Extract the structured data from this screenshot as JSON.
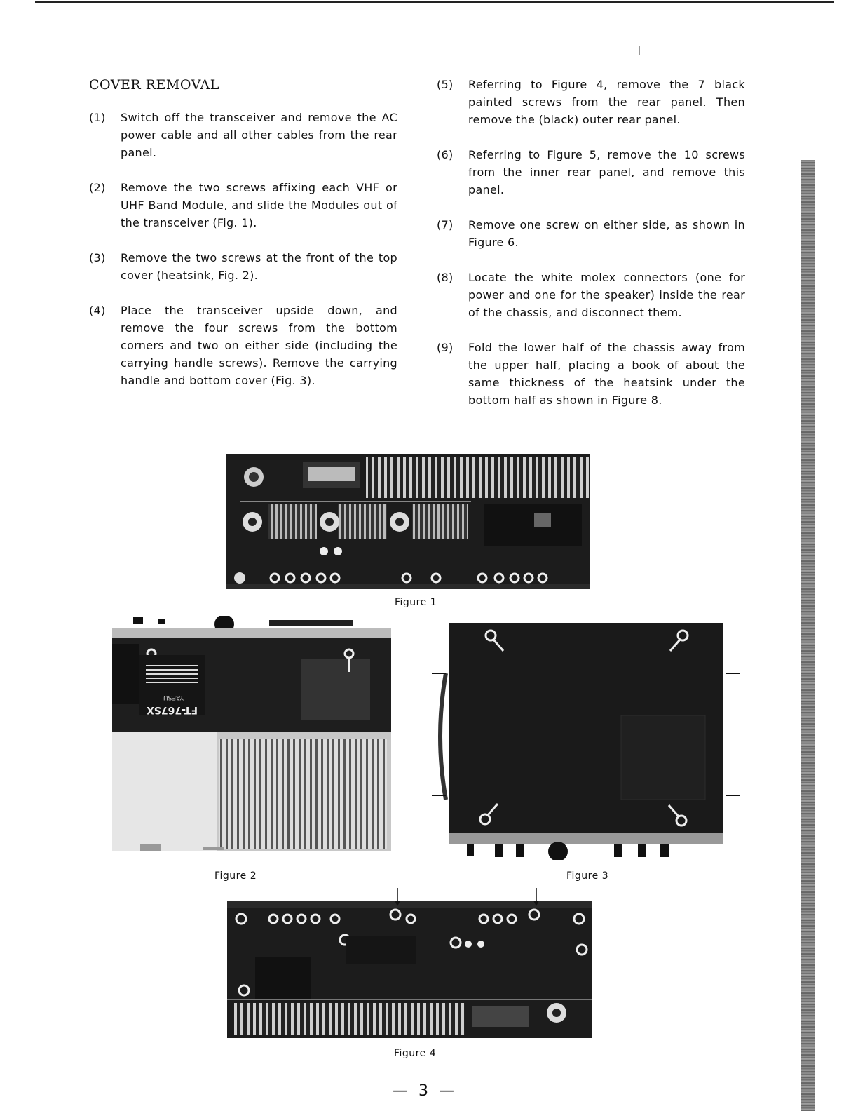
{
  "section_title": "COVER REMOVAL",
  "steps_left": [
    {
      "num": "(1)",
      "text": "Switch off the transceiver and remove the AC power cable and all other cables from the rear panel."
    },
    {
      "num": "(2)",
      "text": "Remove the two screws affixing each VHF or UHF Band Module, and slide the Modules out of the transceiver (Fig. 1)."
    },
    {
      "num": "(3)",
      "text": "Remove the two screws at the front of the top cover (heatsink, Fig. 2)."
    },
    {
      "num": "(4)",
      "text": "Place the transceiver upside down, and remove the four screws from the bottom corners and two on either side (including the carrying handle screws). Remove the carrying handle and bottom cover (Fig. 3)."
    }
  ],
  "steps_right": [
    {
      "num": "(5)",
      "text": "Referring to Figure 4, remove the 7 black painted screws from the rear panel. Then remove the (black) outer rear panel."
    },
    {
      "num": "(6)",
      "text": "Referring to Figure 5, remove the 10 screws from the inner rear panel, and remove this panel."
    },
    {
      "num": "(7)",
      "text": "Remove one screw on either side, as shown in Figure 6."
    },
    {
      "num": "(8)",
      "text": "Locate the white molex connectors (one for power and one for the speaker) inside the rear of the chassis, and disconnect them."
    },
    {
      "num": "(9)",
      "text": "Fold the lower half of the chassis away from the upper half, placing a book of about the same thickness of the heatsink under the bottom half as shown in Figure 8."
    }
  ],
  "figures": {
    "fig1": {
      "caption": "Figure 1"
    },
    "fig2": {
      "caption": "Figure 2",
      "label_brand": "YAESU",
      "label_model": "FT-767SX"
    },
    "fig3": {
      "caption": "Figure 3"
    },
    "fig4": {
      "caption": "Figure 4"
    }
  },
  "page_number": "— 3 —"
}
